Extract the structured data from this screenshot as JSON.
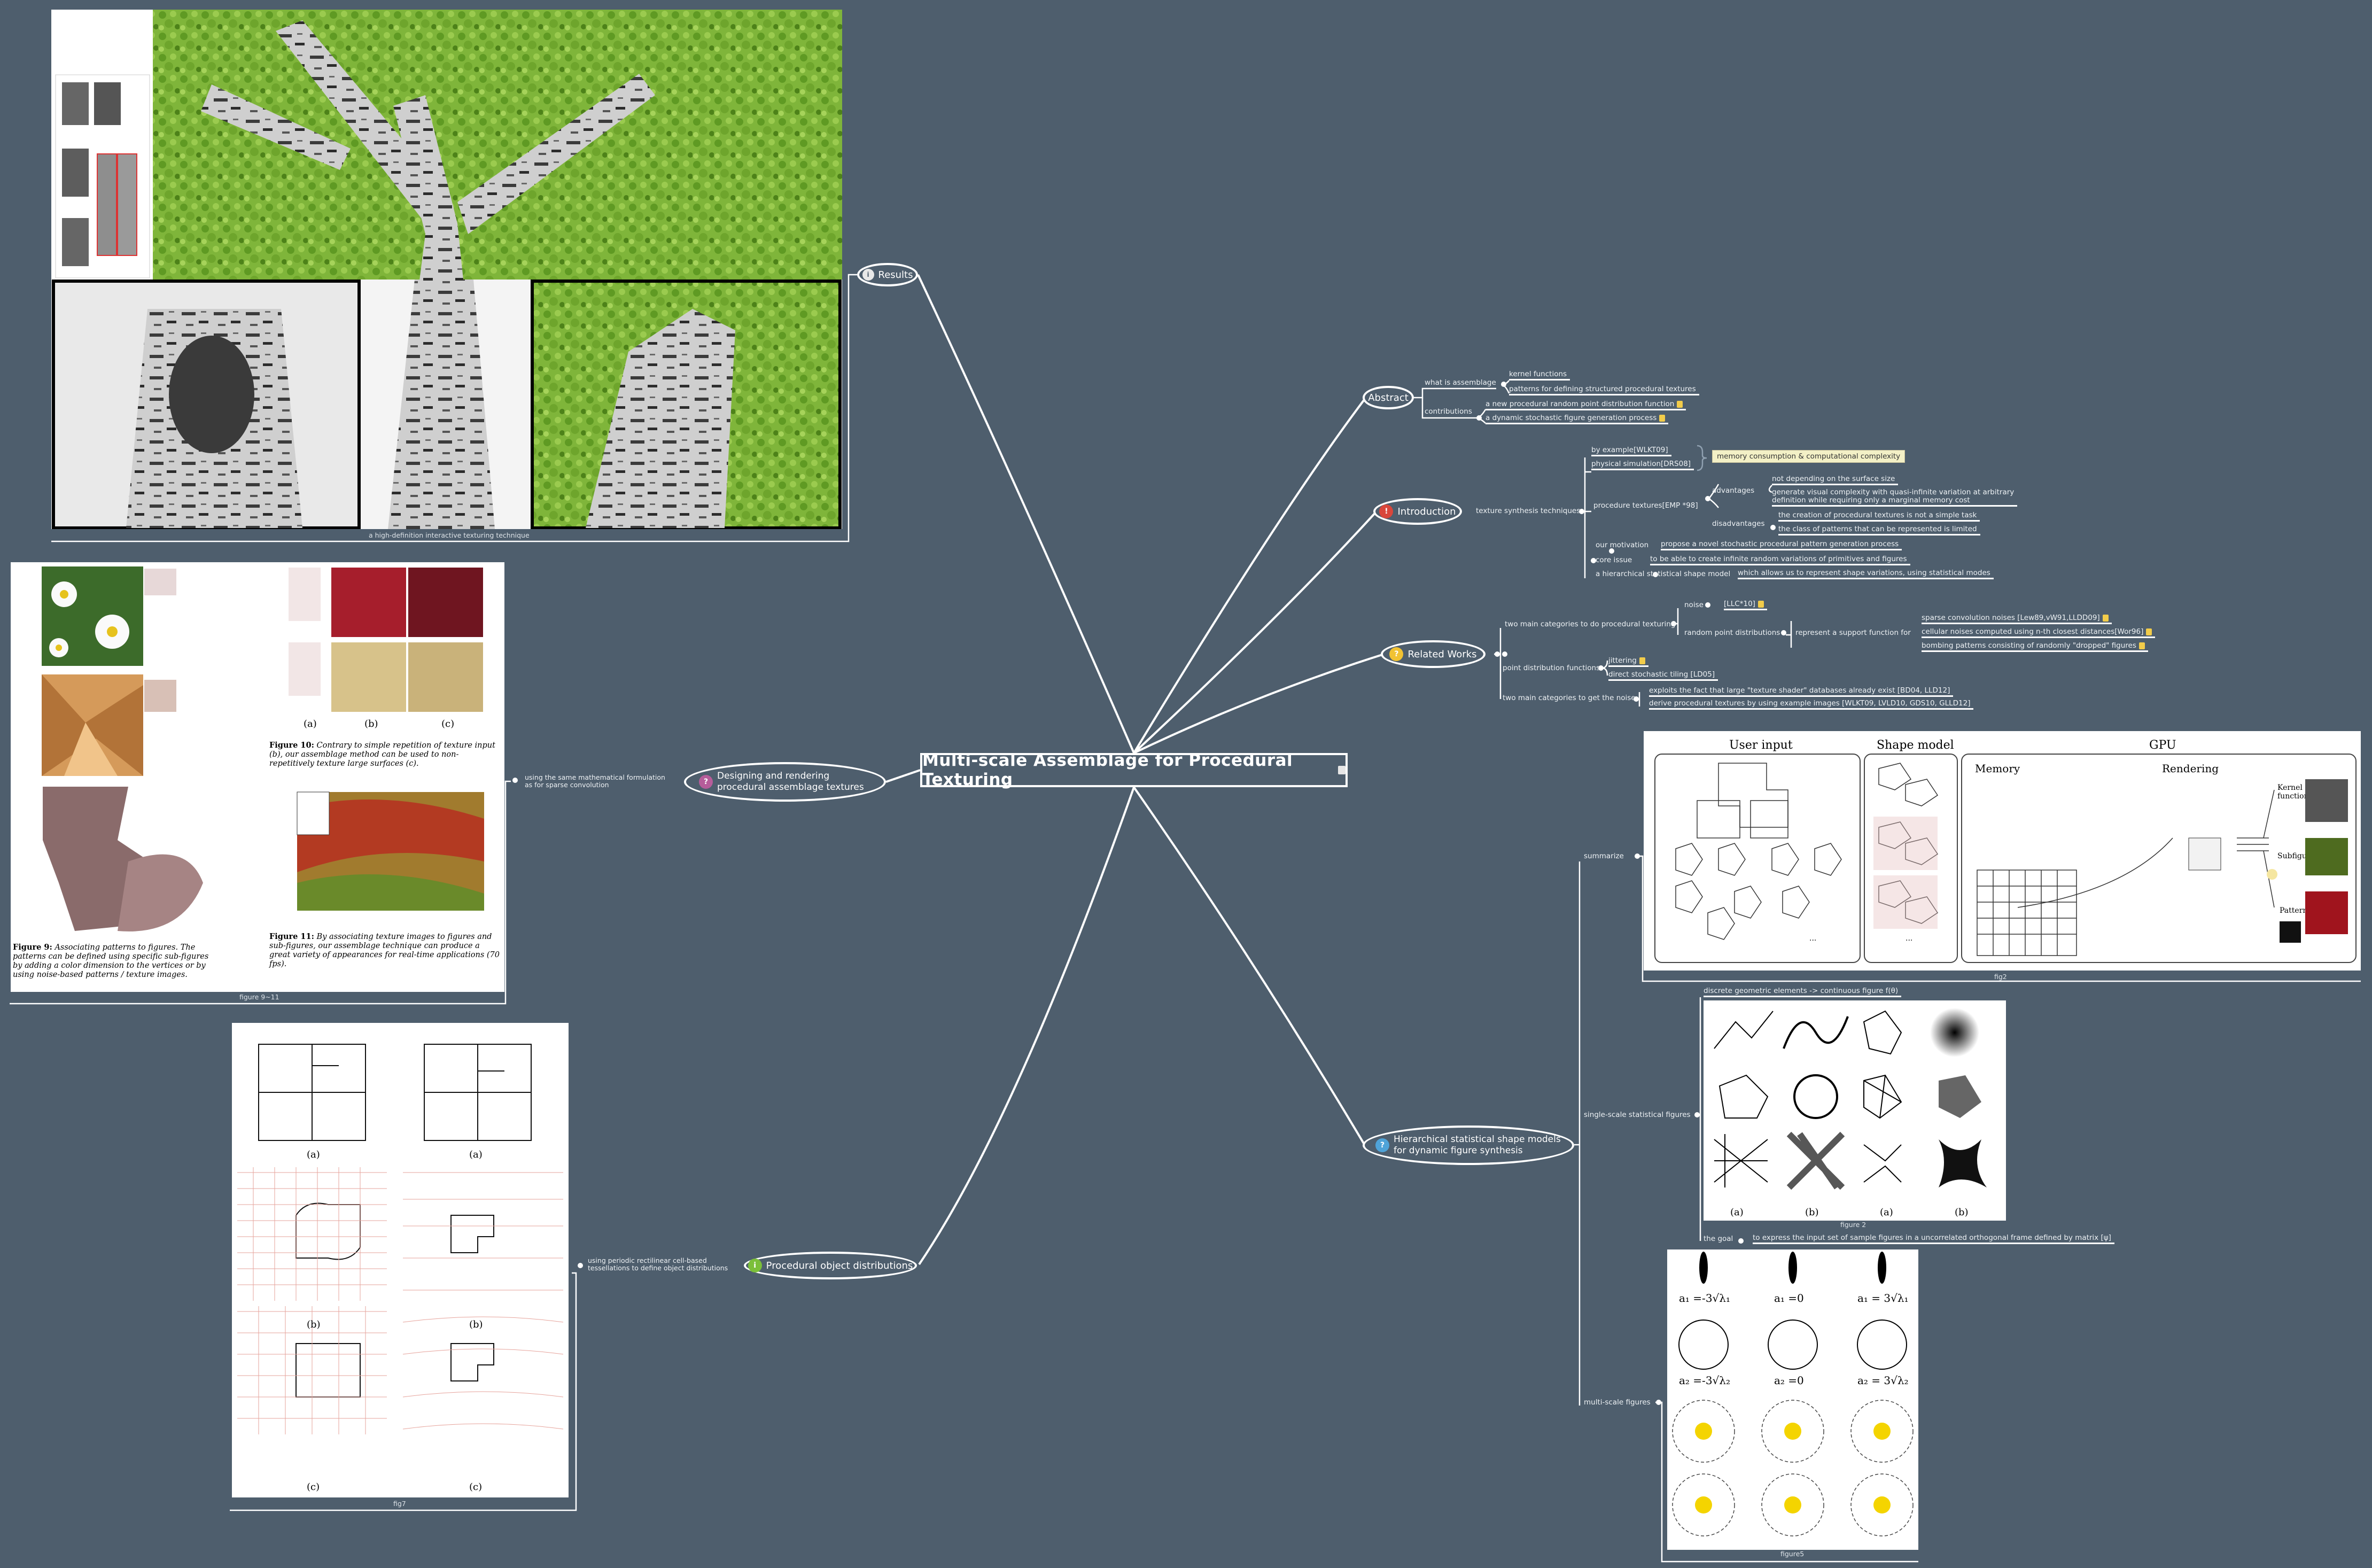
{
  "central": {
    "title": "Multi-scale Assemblage for Procedural Texturing"
  },
  "colors": {
    "background": "#4e5e6d",
    "line": "#ffffff",
    "intro_badge": "#d9463b",
    "related_badge": "#f1c232",
    "design_badge": "#b65d9a",
    "proc_badge": "#7bbf3a",
    "hier_badge": "#4fa3d8"
  },
  "topics": {
    "results": {
      "label": "Results"
    },
    "abstract": {
      "label": "Abstract"
    },
    "introduction": {
      "label": "Introduction",
      "badge": "!"
    },
    "related": {
      "label": "Related Works",
      "badge": "?"
    },
    "design": {
      "label": "Designing and rendering procedural assemblage textures",
      "badge": "?"
    },
    "proc": {
      "label": "Procedural object distributions",
      "badge": "i"
    },
    "hier": {
      "label": "Hierarchical statistical shape models for dynamic figure synthesis",
      "badge": "?"
    }
  },
  "abstract": {
    "what": "what is assemblage",
    "kernel": "kernel functions",
    "patterns": "patterns for defining structured procedural textures",
    "contributions": "contributions",
    "c1": "a new procedural random point distribution function",
    "c2": "a dynamic stochastic figure generation process"
  },
  "introduction": {
    "tst": "texture synthesis techniques",
    "by_example": "by example[WLKT09]",
    "physical": "physical simulation[DRS08]",
    "memo": "memory consumption & computational complexity",
    "procedural": "procedure textures[EMP *98]",
    "advantages": "advantages",
    "adv1": "not depending on the surface size",
    "adv2a": "generate visual complexity with quasi-infinite variation at arbitrary",
    "adv2b": "definition while requiring only a marginal memory cost",
    "disadvantages": "disadvantages",
    "dis1": "the creation of procedural textures is not a simple task",
    "dis2": "the class of patterns that can be represented is limited",
    "motivation": "our motivation",
    "motivation_text": "propose a novel stochastic procedural pattern generation process",
    "core": "core issue",
    "core_text": "to be able to create infinite random variations of primitives and figures",
    "hssm": "a hierarchical statistical shape model",
    "hssm_text": "which allows us to represent shape variations, using statistical modes"
  },
  "related": {
    "two_main": "two main categories to do procedural texturing",
    "noise": "noise",
    "noise_ref": "[LLC*10]",
    "rpd": "random point distributions",
    "rpd_text": "represent a support function for",
    "s1": "sparse convolution noises [Lew89,vW91,LLDD09]",
    "s2": "cellular noises computed using n-th closest distances[Wor96]",
    "s3": "bombing patterns consisting of randomly \"dropped\" figures",
    "pdf": "point distribution functions",
    "jitter": "jittering",
    "dst": "direct stochastic tiling [LD05]",
    "two_noise": "two main categories to get the noise",
    "n1": "exploits the fact that large \"texture shader\" databases already exist [BD04, LLD12]",
    "n2": "derive procedural textures by using example images [WLKT09, LVLD10, GDS10, GLLD12]"
  },
  "results": {
    "caption": "a high-definition interactive texturing technique"
  },
  "design": {
    "branch": "using the same mathematical formulation\nas for sparse convolution",
    "caption": "figure 9~11",
    "fig9_title": "Figure 9:",
    "fig9_text": "Associating patterns to figures. The patterns can be defined using specific sub-figures by adding a color dimension to the vertices or by using noise-based patterns / texture images.",
    "fig10_title": "Figure 10:",
    "fig10_text": "Contrary to simple repetition of texture input (b), our assemblage method can be used to non-repetitively texture large surfaces (c).",
    "fig11_title": "Figure 11:",
    "fig11_text": "By associating texture images to figures and sub-figures, our assemblage technique can produce a great variety of appearances for real-time applications (70 fps).",
    "labels": [
      "(a)",
      "(b)",
      "(c)"
    ]
  },
  "proc": {
    "branch": "using periodic rectilinear cell-based\ntessellations to define object distributions",
    "caption": "fig7",
    "labels": [
      "(a)",
      "(a)",
      "(b)",
      "(b)",
      "(c)",
      "(c)"
    ]
  },
  "hier": {
    "summarize": "summarize",
    "fig2_caption": "fig2",
    "user_input": "User input",
    "shape_model": "Shape model",
    "gpu": "GPU",
    "memory": "Memory",
    "rendering": "Rendering",
    "kernel_function": "Kernel function",
    "subfigure": "Subfigure",
    "pattern": "Pattern",
    "ellipsis": "...",
    "single": "single-scale statistical figures",
    "discrete": "discrete geometric elements  ->  continuous figure f(θ)",
    "figure2_caption": "figure 2",
    "grid_labels": [
      "(a)",
      "(b)",
      "(a)",
      "(b)"
    ],
    "goal": "the goal",
    "goal_text": "to express the input set of sample figures in a uncorrelated orthogonal frame defined by matrix [ψ]",
    "multi": "multi-scale figures",
    "figure5_caption": "figure5",
    "a_top": [
      "a₁ =-3√λ₁",
      "a₁ =0",
      "a₁ = 3√λ₁"
    ],
    "a_bot": [
      "a₂ =-3√λ₂",
      "a₂ =0",
      "a₂ = 3√λ₂"
    ]
  }
}
